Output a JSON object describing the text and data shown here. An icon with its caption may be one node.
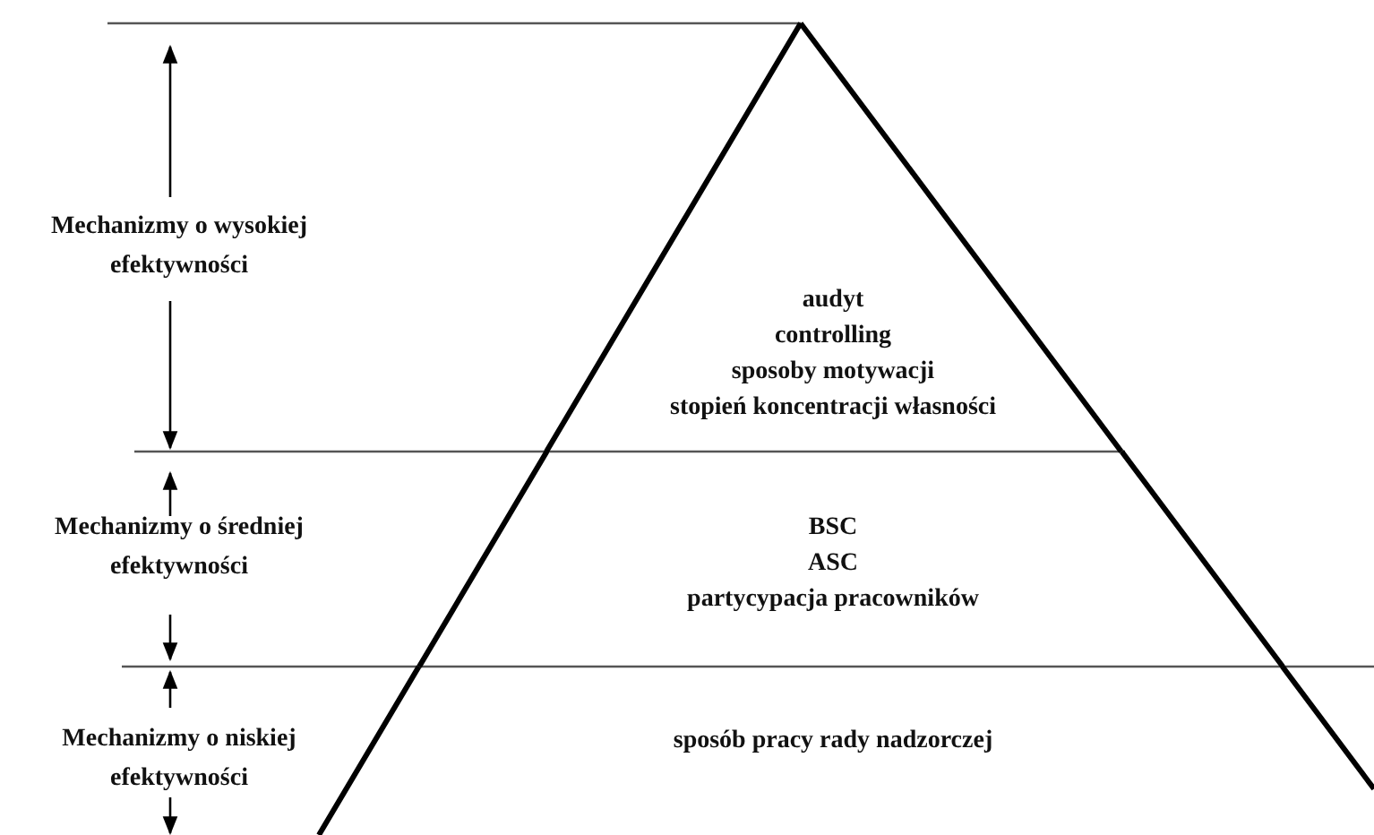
{
  "diagram": {
    "nodes": [
      {
        "text": [
          "audyt",
          "controlling",
          "sposoby motywacji",
          "stopień koncentracji własności"
        ]
      },
      {
        "text": [
          "BSC",
          "ASC",
          "partycypacja pracowników"
        ]
      },
      {
        "text": [
          "sposób pracy rady nadzorczej"
        ]
      }
    ],
    "edges": [],
    "labels": [
      "Mechanizmy o wysokiej efektywności",
      "Mechanizmy o średniej efektywności",
      "Mechanizmy o niskiej efektywności"
    ]
  }
}
